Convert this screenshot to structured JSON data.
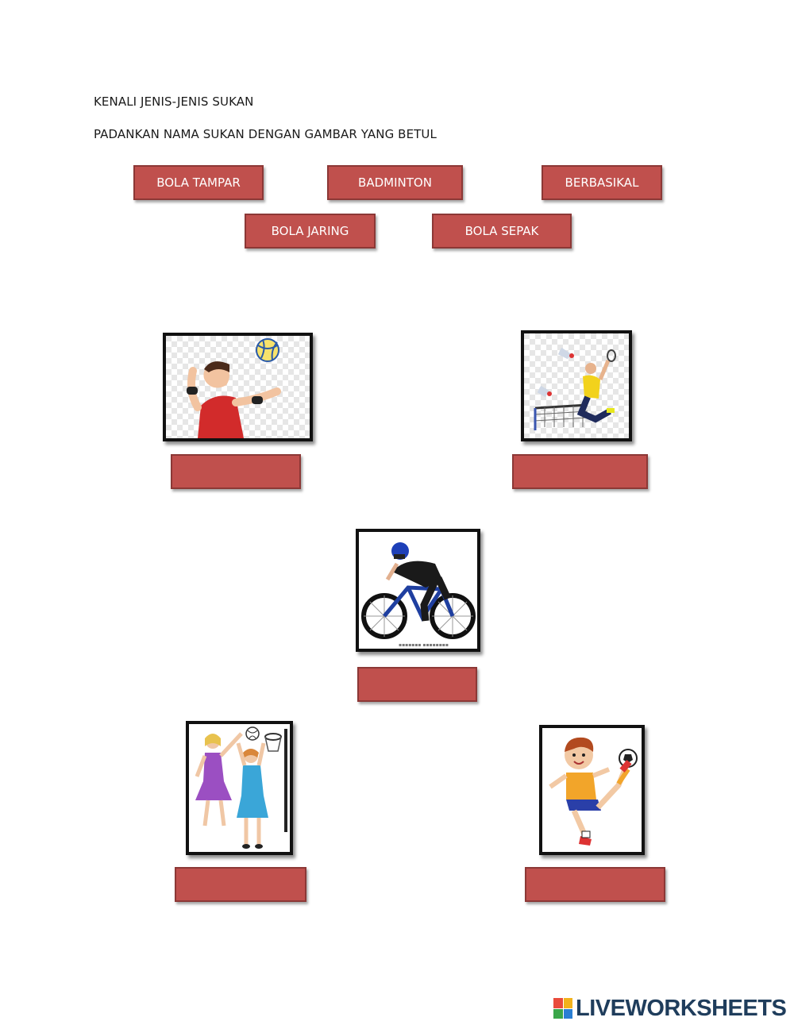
{
  "worksheet": {
    "title": "KENALI JENIS-JENIS SUKAN",
    "instruction": "PADANKAN NAMA SUKAN DENGAN GAMBAR YANG BETUL"
  },
  "word_bank": [
    {
      "label": "BOLA TAMPAR"
    },
    {
      "label": "BADMINTON"
    },
    {
      "label": "BERBASIKAL"
    },
    {
      "label": "BOLA JARING"
    },
    {
      "label": "BOLA SEPAK"
    }
  ],
  "pictures": [
    {
      "icon": "volleyball-player-icon"
    },
    {
      "icon": "badminton-player-icon"
    },
    {
      "icon": "cyclist-icon"
    },
    {
      "icon": "netball-players-icon"
    },
    {
      "icon": "football-player-icon"
    }
  ],
  "colors": {
    "chip_fill": "#c0504d",
    "chip_border": "#8c3836",
    "logo_text": "#1f3d5c"
  },
  "brand": {
    "logo_text": "LIVEWORKSHEETS"
  }
}
